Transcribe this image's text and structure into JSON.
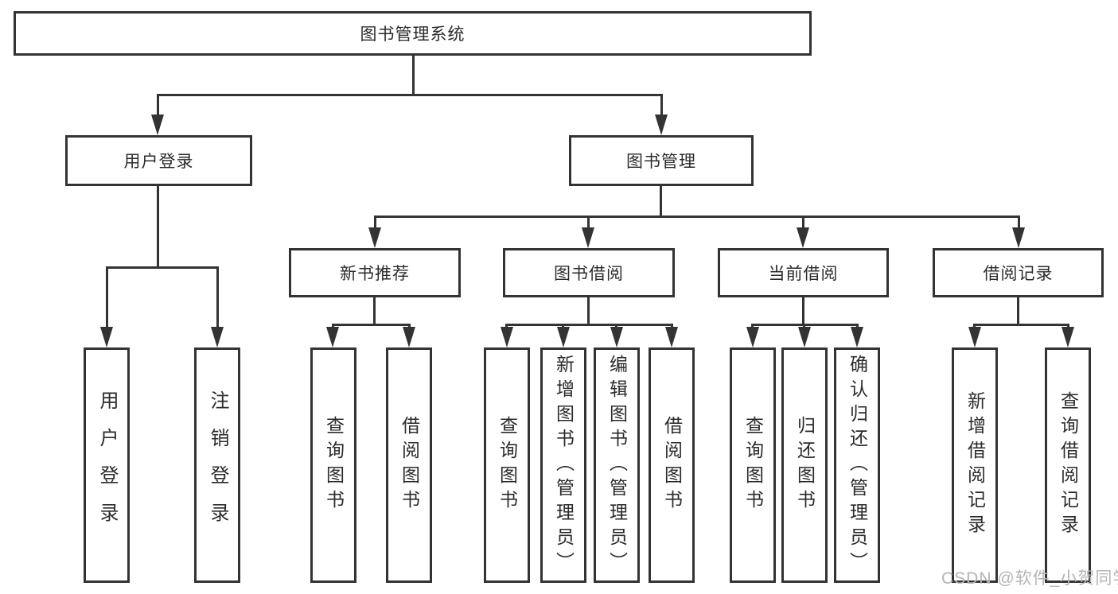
{
  "diagram": {
    "type": "hierarchy-tree",
    "line_color": "#333333",
    "box_background": "#ffffff",
    "text_color": "#2b2b2b",
    "tree": {
      "root": {
        "label": "图书管理系统"
      },
      "children": [
        {
          "label": "用户登录",
          "children": [
            {
              "label": "用户登录"
            },
            {
              "label": "注销登录"
            }
          ]
        },
        {
          "label": "图书管理",
          "children": [
            {
              "label": "新书推荐",
              "children": [
                {
                  "label": "查询图书"
                },
                {
                  "label": "借阅图书"
                }
              ]
            },
            {
              "label": "图书借阅",
              "children": [
                {
                  "label": "查询图书"
                },
                {
                  "label": "新增图书（管理员）"
                },
                {
                  "label": "编辑图书（管理员）"
                },
                {
                  "label": "借阅图书"
                }
              ]
            },
            {
              "label": "当前借阅",
              "children": [
                {
                  "label": "查询图书"
                },
                {
                  "label": "归还图书"
                },
                {
                  "label": "确认归还（管理员）"
                }
              ]
            },
            {
              "label": "借阅记录",
              "children": [
                {
                  "label": "新增借阅记录"
                },
                {
                  "label": "查询借阅记录"
                }
              ]
            }
          ]
        }
      ]
    },
    "watermark": "CSDN @软件_小贺同学"
  }
}
